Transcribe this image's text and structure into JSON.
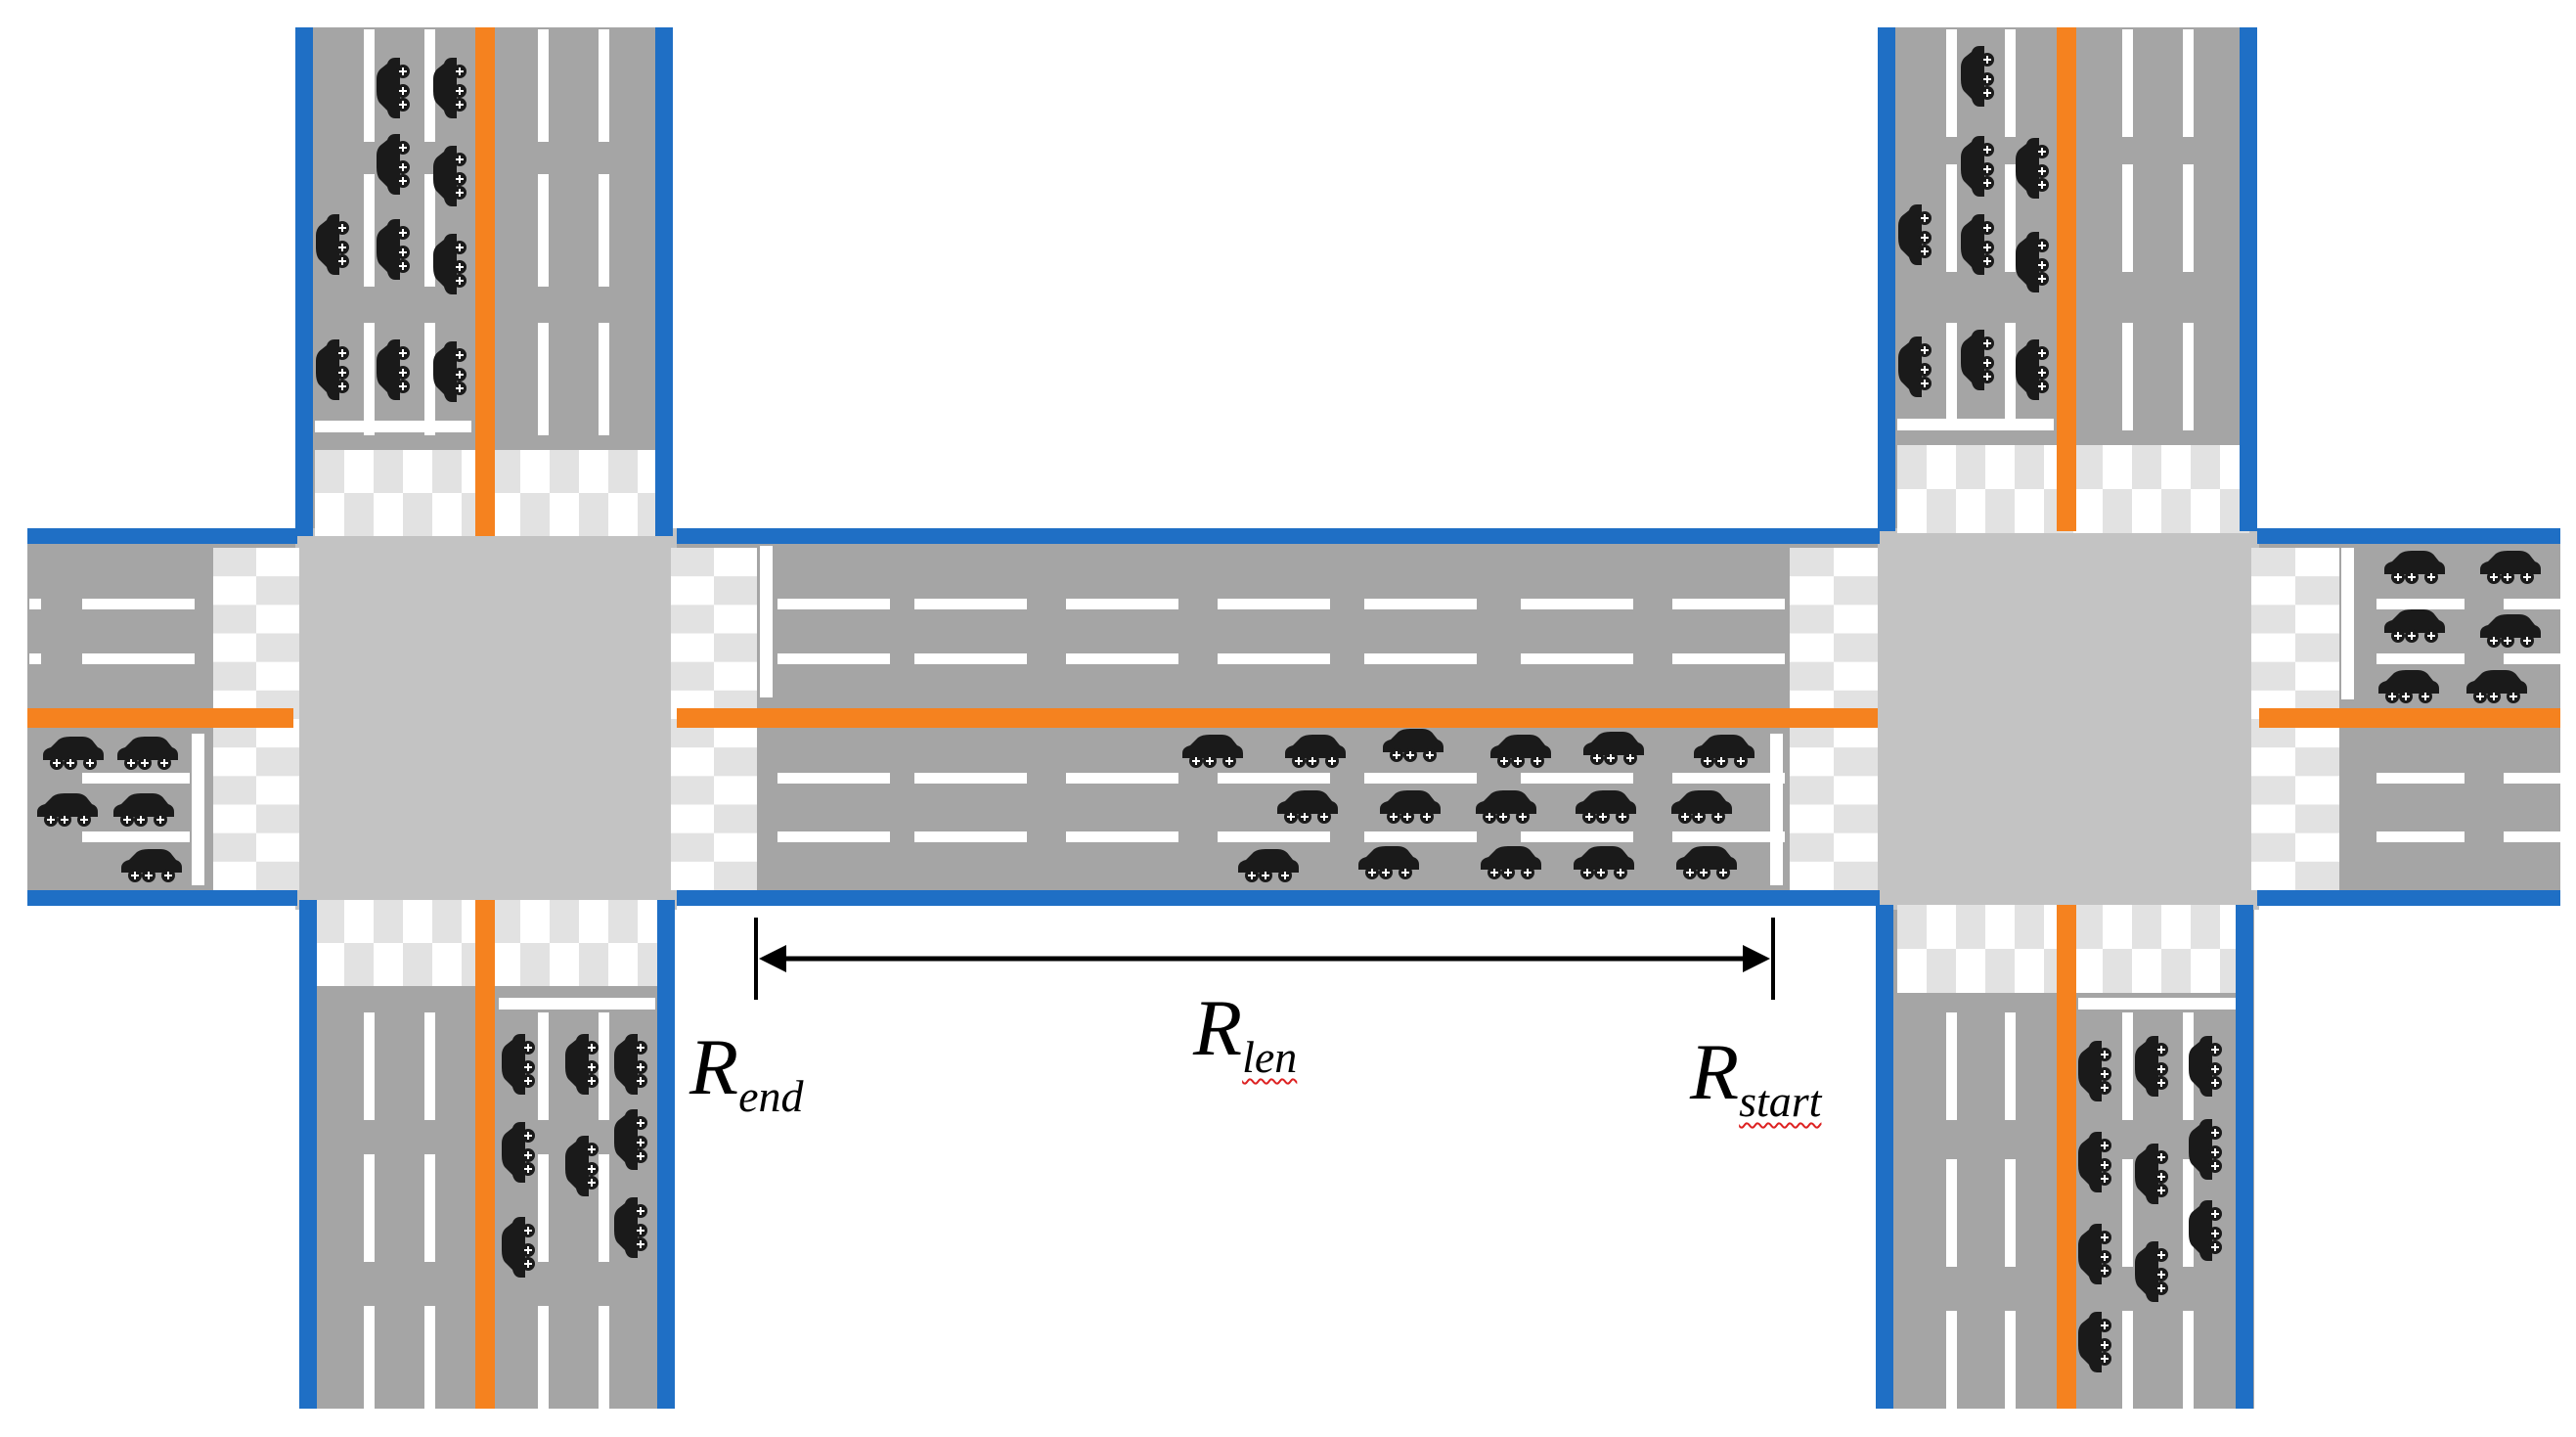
{
  "diagram": {
    "labels": {
      "end": {
        "base": "R",
        "sub": "end"
      },
      "len": {
        "base": "R",
        "sub": "len"
      },
      "start": {
        "base": "R",
        "sub": "start"
      }
    }
  },
  "colors": {
    "road": "#a5a5a5",
    "intersection": "#c3c3c3",
    "curb": "#1f6fc5",
    "median": "#f5821f",
    "lane_marking": "#ffffff",
    "crosswalk_light": "#e2e2e2",
    "car": "#1a1a1a",
    "dimension_line": "#000000"
  },
  "icons": {
    "vehicle": "car-icon"
  }
}
